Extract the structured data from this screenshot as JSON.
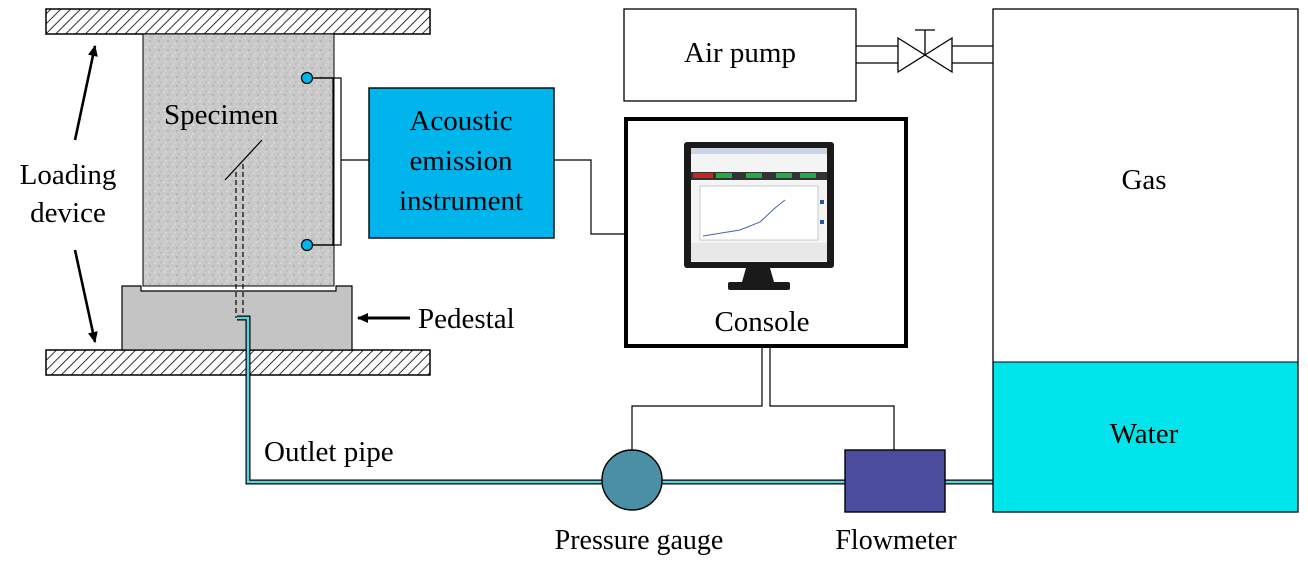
{
  "labels": {
    "specimen": "Specimen",
    "loading_device_line1": "Loading",
    "loading_device_line2": "device",
    "pedestal": "Pedestal",
    "outlet_pipe": "Outlet pipe",
    "acoustic_line1": "Acoustic",
    "acoustic_line2": "emission",
    "acoustic_line3": "instrument",
    "console": "Console",
    "air_pump": "Air pump",
    "gas": "Gas",
    "water": "Water",
    "pressure_gauge": "Pressure gauge",
    "flowmeter": "Flowmeter"
  },
  "colors": {
    "acoustic_fill": "#00b4ec",
    "water_fill": "#00e5ec",
    "pipe": "#5fd0e0",
    "gauge_fill": "#4a8fa4",
    "flowmeter_fill": "#4d4d9e",
    "specimen_fill": "#c8c8c8",
    "pedestal_fill": "#c4c4c4"
  },
  "icons": {
    "valve": "valve-icon",
    "monitor": "monitor-icon",
    "sensor": "sensor-icon"
  }
}
